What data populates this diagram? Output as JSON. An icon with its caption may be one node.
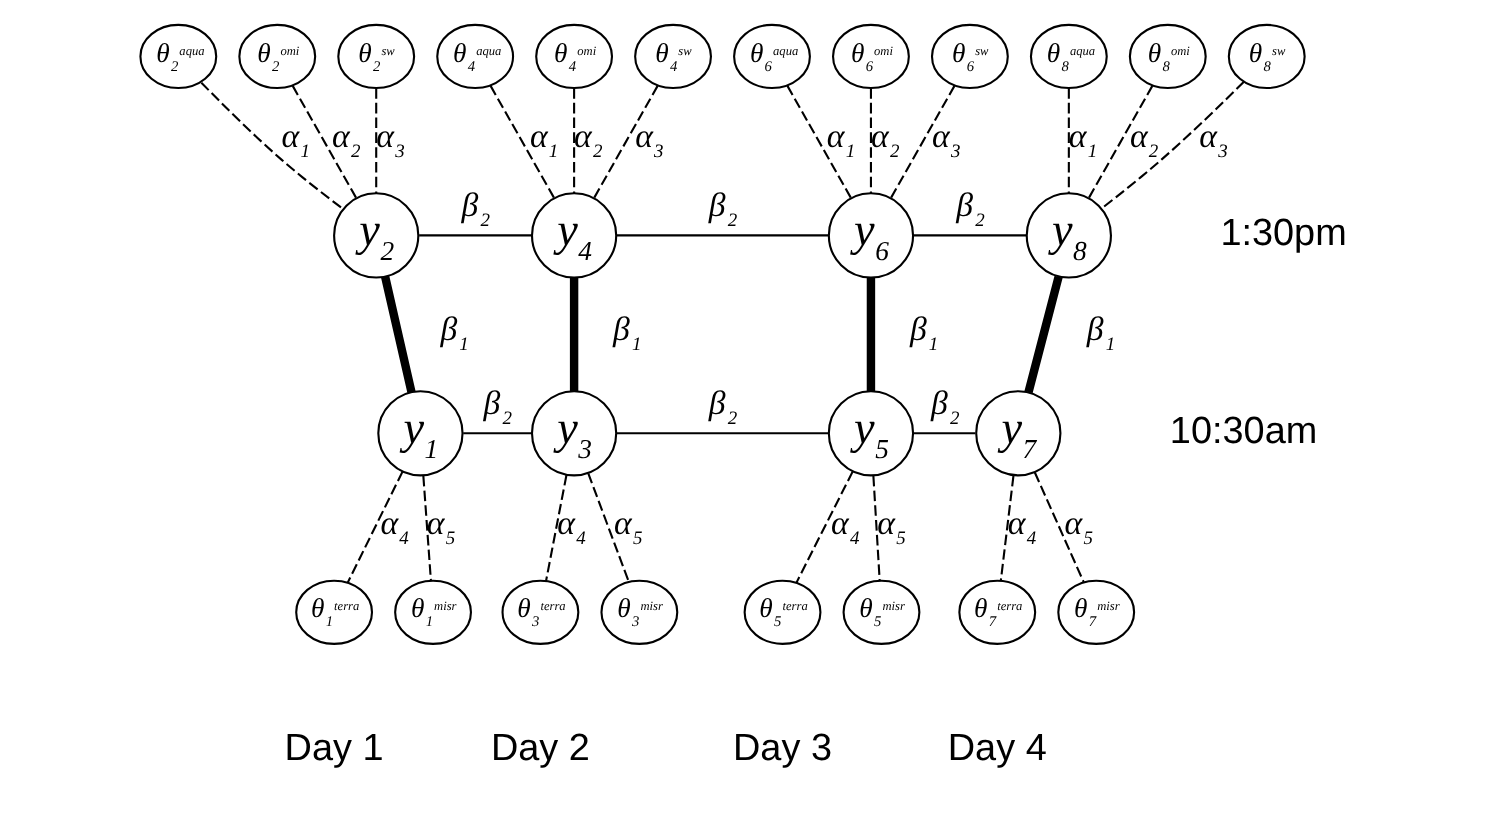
{
  "diagram": {
    "nodes": [
      {
        "text": [
          "θ$_{2}$$^{aqua}$"
        ]
      },
      {
        "text": [
          "θ$_{2}$$^{omi}$"
        ]
      },
      {
        "text": [
          "θ$_{2}$$^{sw}$"
        ]
      },
      {
        "text": [
          "θ$_{4}$$^{aqua}$"
        ]
      },
      {
        "text": [
          "θ$_{4}$$^{omi}$"
        ]
      },
      {
        "text": [
          "θ$_{4}$$^{sw}$"
        ]
      },
      {
        "text": [
          "θ$_{6}$$^{aqua}$"
        ]
      },
      {
        "text": [
          "θ$_{6}$$^{omi}$"
        ]
      },
      {
        "text": [
          "θ$_{6}$$^{sw}$"
        ]
      },
      {
        "text": [
          "θ$_{8}$$^{aqua}$"
        ]
      },
      {
        "text": [
          "θ$_{8}$$^{omi}$"
        ]
      },
      {
        "text": [
          "θ$_{8}$$^{sw}$"
        ]
      },
      {
        "text": [
          "y$_{2}$"
        ]
      },
      {
        "text": [
          "y$_{4}$"
        ]
      },
      {
        "text": [
          "y$_{6}$"
        ]
      },
      {
        "text": [
          "y$_{8}$"
        ]
      },
      {
        "text": [
          "y$_{1}$"
        ]
      },
      {
        "text": [
          "y$_{3}$"
        ]
      },
      {
        "text": [
          "y$_{5}$"
        ]
      },
      {
        "text": [
          "y$_{7}$"
        ]
      },
      {
        "text": [
          "θ$_{1}$$^{terra}$"
        ]
      },
      {
        "text": [
          "θ$_{1}$$^{misr}$"
        ]
      },
      {
        "text": [
          "θ$_{3}$$^{terra}$"
        ]
      },
      {
        "text": [
          "θ$_{3}$$^{misr}$"
        ]
      },
      {
        "text": [
          "θ$_{5}$$^{terra}$"
        ]
      },
      {
        "text": [
          "θ$_{5}$$^{misr}$"
        ]
      },
      {
        "text": [
          "θ$_{7}$$^{terra}$"
        ]
      },
      {
        "text": [
          "θ$_{7}$$^{misr}$"
        ]
      }
    ],
    "edges": [
      {
        "from": 0,
        "to": 12,
        "arrow": "none",
        "style": "dashed",
        "label": "α$_{1}$"
      },
      {
        "from": 1,
        "to": 12,
        "arrow": "none",
        "style": "dashed",
        "label": "α$_{2}$"
      },
      {
        "from": 2,
        "to": 12,
        "arrow": "none",
        "style": "dashed",
        "label": "α$_{3}$"
      },
      {
        "from": 3,
        "to": 13,
        "arrow": "none",
        "style": "dashed",
        "label": "α$_{1}$"
      },
      {
        "from": 4,
        "to": 13,
        "arrow": "none",
        "style": "dashed",
        "label": "α$_{2}$"
      },
      {
        "from": 5,
        "to": 13,
        "arrow": "none",
        "style": "dashed",
        "label": "α$_{3}$"
      },
      {
        "from": 6,
        "to": 14,
        "arrow": "none",
        "style": "dashed",
        "label": "α$_{1}$"
      },
      {
        "from": 7,
        "to": 14,
        "arrow": "none",
        "style": "dashed",
        "label": "α$_{2}$"
      },
      {
        "from": 8,
        "to": 14,
        "arrow": "none",
        "style": "dashed",
        "label": "α$_{3}$"
      },
      {
        "from": 9,
        "to": 15,
        "arrow": "none",
        "style": "dashed",
        "label": "α$_{1}$"
      },
      {
        "from": 10,
        "to": 15,
        "arrow": "none",
        "style": "dashed",
        "label": "α$_{2}$"
      },
      {
        "from": 11,
        "to": 15,
        "arrow": "none",
        "style": "dashed",
        "label": "α$_{3}$"
      },
      {
        "from": 12,
        "to": 13,
        "arrow": "none",
        "label": "β$_{2}$"
      },
      {
        "from": 13,
        "to": 14,
        "arrow": "none",
        "label": "β$_{2}$"
      },
      {
        "from": 14,
        "to": 15,
        "arrow": "none",
        "label": "β$_{2}$"
      },
      {
        "from": 12,
        "to": 16,
        "arrow": "none",
        "style": "thick",
        "label": "β$_{1}$"
      },
      {
        "from": 13,
        "to": 17,
        "arrow": "none",
        "style": "thick",
        "label": "β$_{1}$"
      },
      {
        "from": 14,
        "to": 18,
        "arrow": "none",
        "style": "thick",
        "label": "β$_{1}$"
      },
      {
        "from": 15,
        "to": 19,
        "arrow": "none",
        "style": "thick",
        "label": "β$_{1}$"
      },
      {
        "from": 16,
        "to": 17,
        "arrow": "none",
        "label": "β$_{2}$"
      },
      {
        "from": 17,
        "to": 18,
        "arrow": "none",
        "label": "β$_{2}$"
      },
      {
        "from": 18,
        "to": 19,
        "arrow": "none",
        "label": "β$_{2}$"
      },
      {
        "from": 16,
        "to": 20,
        "arrow": "none",
        "style": "dashed",
        "label": "α$_{4}$"
      },
      {
        "from": 16,
        "to": 21,
        "arrow": "none",
        "style": "dashed",
        "label": "α$_{5}$"
      },
      {
        "from": 17,
        "to": 22,
        "arrow": "none",
        "style": "dashed",
        "label": "α$_{4}$"
      },
      {
        "from": 17,
        "to": 23,
        "arrow": "none",
        "style": "dashed",
        "label": "α$_{5}$"
      },
      {
        "from": 18,
        "to": 24,
        "arrow": "none",
        "style": "dashed",
        "label": "α$_{4}$"
      },
      {
        "from": 18,
        "to": 25,
        "arrow": "none",
        "style": "dashed",
        "label": "α$_{5}$"
      },
      {
        "from": 19,
        "to": 26,
        "arrow": "none",
        "style": "dashed",
        "label": "α$_{4}$"
      },
      {
        "from": 19,
        "to": 27,
        "arrow": "none",
        "style": "dashed",
        "label": "α$_{5}$"
      }
    ],
    "labels": [
      "1:30pm",
      "10:30am",
      "Day 1",
      "Day 2",
      "Day 3",
      "Day 4"
    ]
  }
}
